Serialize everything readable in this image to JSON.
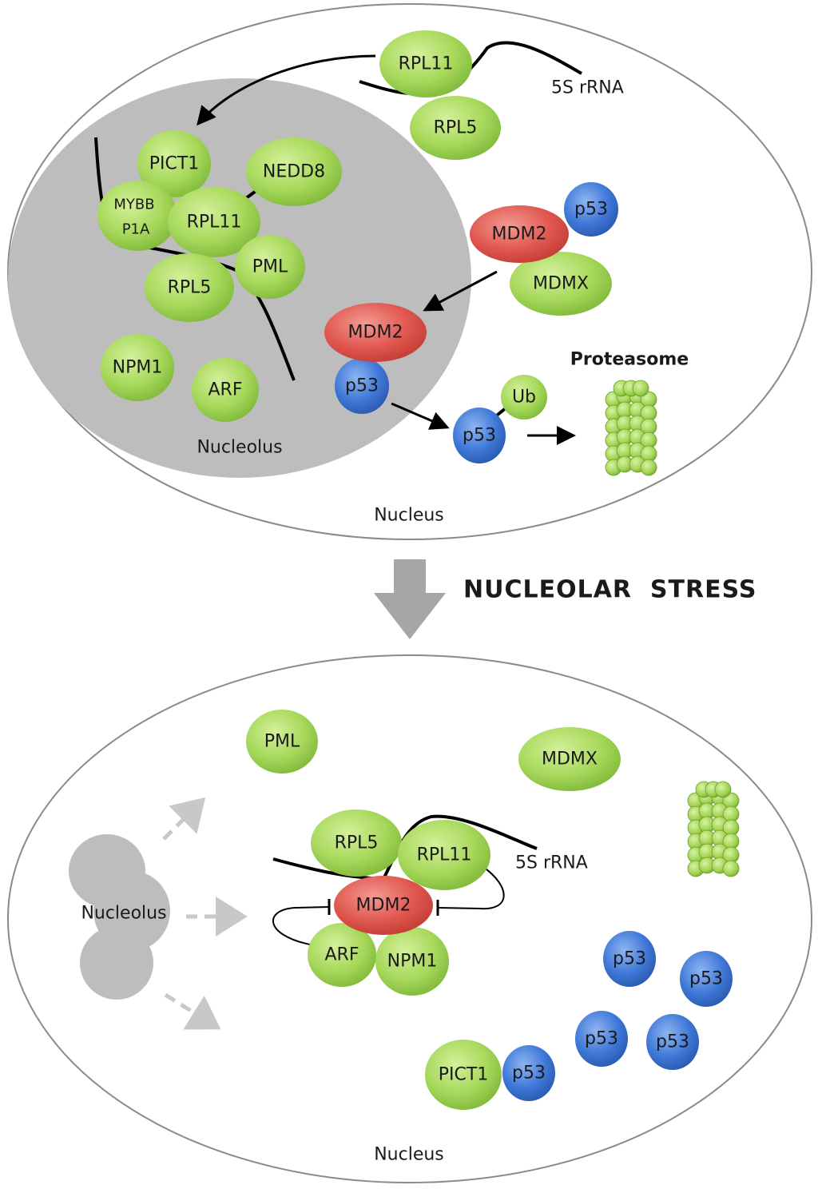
{
  "colors": {
    "protein_green": "#a6d85a",
    "protein_red": "#e0574e",
    "protein_blue": "#3f78d8",
    "nucleolus_gray": "#bdbdbd",
    "stress_arrow": "#a6a6a6"
  },
  "top_panel": {
    "nucleus_label": "Nucleus",
    "nucleolus_label": "Nucleolus",
    "proteasome_label": "Proteasome",
    "rrna_label": "5S rRNA",
    "proteins": {
      "rpl11_free": "RPL11",
      "rpl5_free": "RPL5",
      "pict1": "PICT1",
      "nedd8": "NEDD8",
      "mybbp1a_line1": "MYBB",
      "mybbp1a_line2": "P1A",
      "rpl11_nucleolar": "RPL11",
      "pml": "PML",
      "rpl5_nucleolar": "RPL5",
      "npm1": "NPM1",
      "arf": "ARF",
      "mdm2_complex": "MDM2",
      "p53_complex": "p53",
      "mdmx": "MDMX",
      "mdm2_bound": "MDM2",
      "p53_bound": "p53",
      "p53_ub": "p53",
      "ub": "Ub"
    }
  },
  "transition": {
    "label": "NUCLEOLAR  STRESS"
  },
  "bottom_panel": {
    "nucleus_label": "Nucleus",
    "nucleolus_label": "Nucleolus",
    "rrna_label": "5S rRNA",
    "proteins": {
      "pml": "PML",
      "mdmx": "MDMX",
      "rpl5": "RPL5",
      "rpl11": "RPL11",
      "mdm2": "MDM2",
      "arf": "ARF",
      "npm1": "NPM1",
      "pict1": "PICT1",
      "p53_pict1": "p53",
      "p53_a": "p53",
      "p53_b": "p53",
      "p53_c": "p53",
      "p53_d": "p53"
    }
  }
}
